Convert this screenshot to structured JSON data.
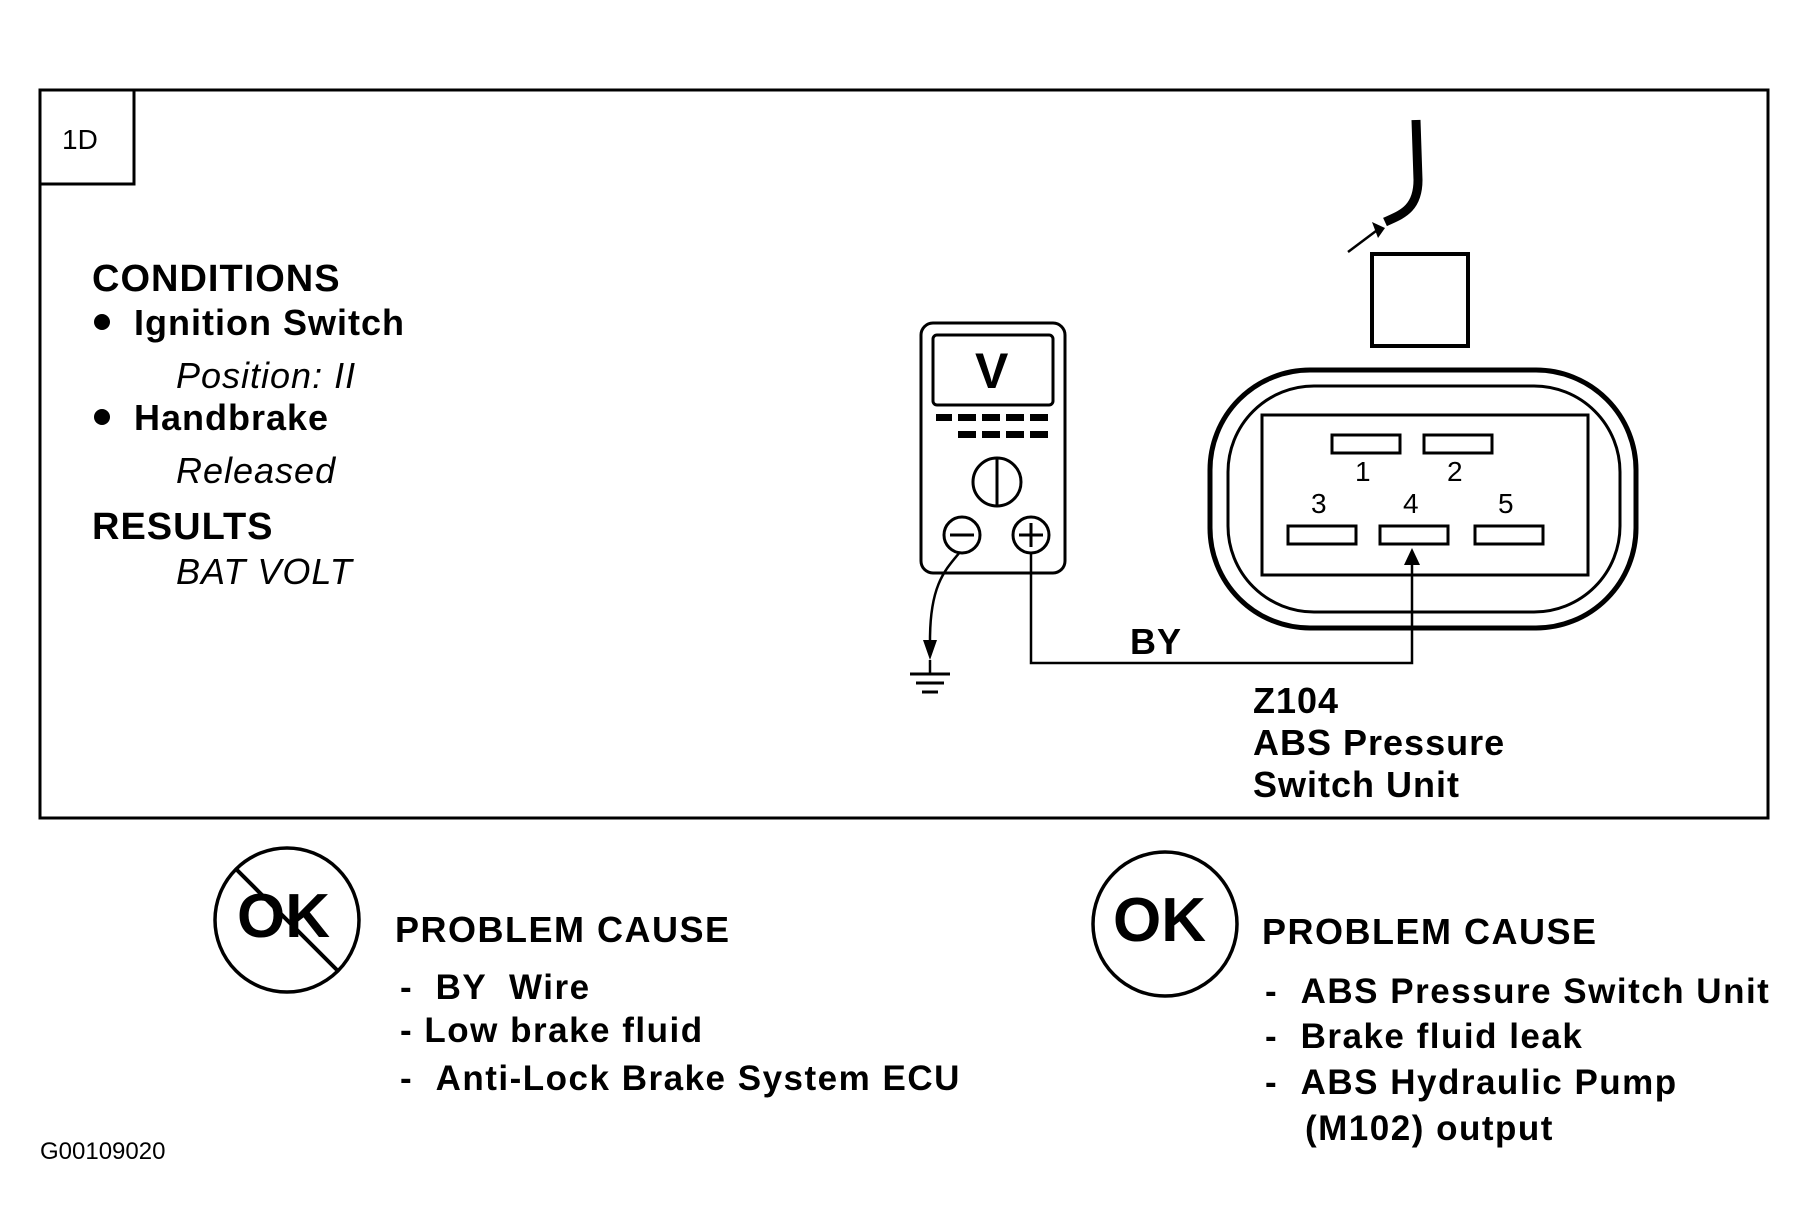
{
  "panel": {
    "id_label": "1D",
    "conditions_title": "CONDITIONS",
    "conditions": [
      {
        "label": "Ignition Switch",
        "value": "Position: II"
      },
      {
        "label": "Handbrake",
        "value": "Released"
      }
    ],
    "results_title": "RESULTS",
    "results_value": "BAT VOLT"
  },
  "meter": {
    "display": "V",
    "minus": "⊖",
    "plus": "⊕"
  },
  "wire": {
    "label": "BY"
  },
  "connector": {
    "pins": [
      "1",
      "2",
      "3",
      "4",
      "5"
    ],
    "id": "Z104",
    "name_line1": "ABS Pressure",
    "name_line2": "Switch Unit"
  },
  "not_ok": {
    "symbol": "OK",
    "title": "PROBLEM CAUSE",
    "items": [
      "BY  Wire",
      "Low brake fluid",
      "Anti-Lock Brake System ECU"
    ]
  },
  "ok": {
    "symbol": "OK",
    "title": "PROBLEM CAUSE",
    "items": [
      "ABS Pressure Switch Unit",
      "Brake fluid leak",
      "ABS Hydraulic Pump",
      "(M102) output"
    ]
  },
  "figure_id": "G00109020"
}
